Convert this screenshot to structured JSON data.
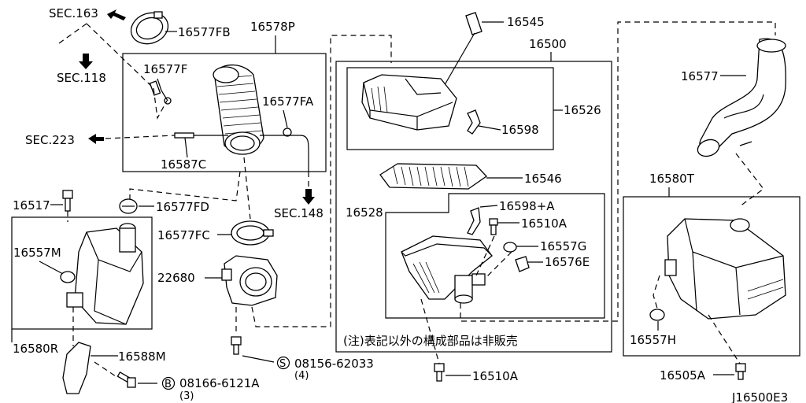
{
  "labels": {
    "sec163": "SEC.163",
    "sec118": "SEC.118",
    "sec223": "SEC.223",
    "sec148": "SEC.148",
    "p16577FB": "16577FB",
    "p16578P": "16578P",
    "p16577F": "16577F",
    "p16577FA": "16577FA",
    "p16587C": "16587C",
    "p16517": "16517",
    "p16577FD": "16577FD",
    "p16557M": "16557M",
    "p16577FC": "16577FC",
    "p22680": "22680",
    "p16580R": "16580R",
    "p16588M": "16588M",
    "p08156": "08156-62033",
    "p08156_qty": "(4)",
    "p08166": "08166-6121A",
    "p08166_qty": "(3)",
    "s_mark": "S",
    "b_mark": "B",
    "p16545": "16545",
    "p16500": "16500",
    "p16526": "16526",
    "p16598": "16598",
    "p16546": "16546",
    "p16528": "16528",
    "p16598A": "16598+A",
    "p16510A_1": "16510A",
    "p16557G": "16557G",
    "p16576E": "16576E",
    "note": "(注)表記以外の構成部品は非販売",
    "p16510A_2": "16510A",
    "p16577": "16577",
    "p16580T": "16580T",
    "p16557H": "16557H",
    "p16505A": "16505A",
    "diagram_id": "J16500E3"
  }
}
